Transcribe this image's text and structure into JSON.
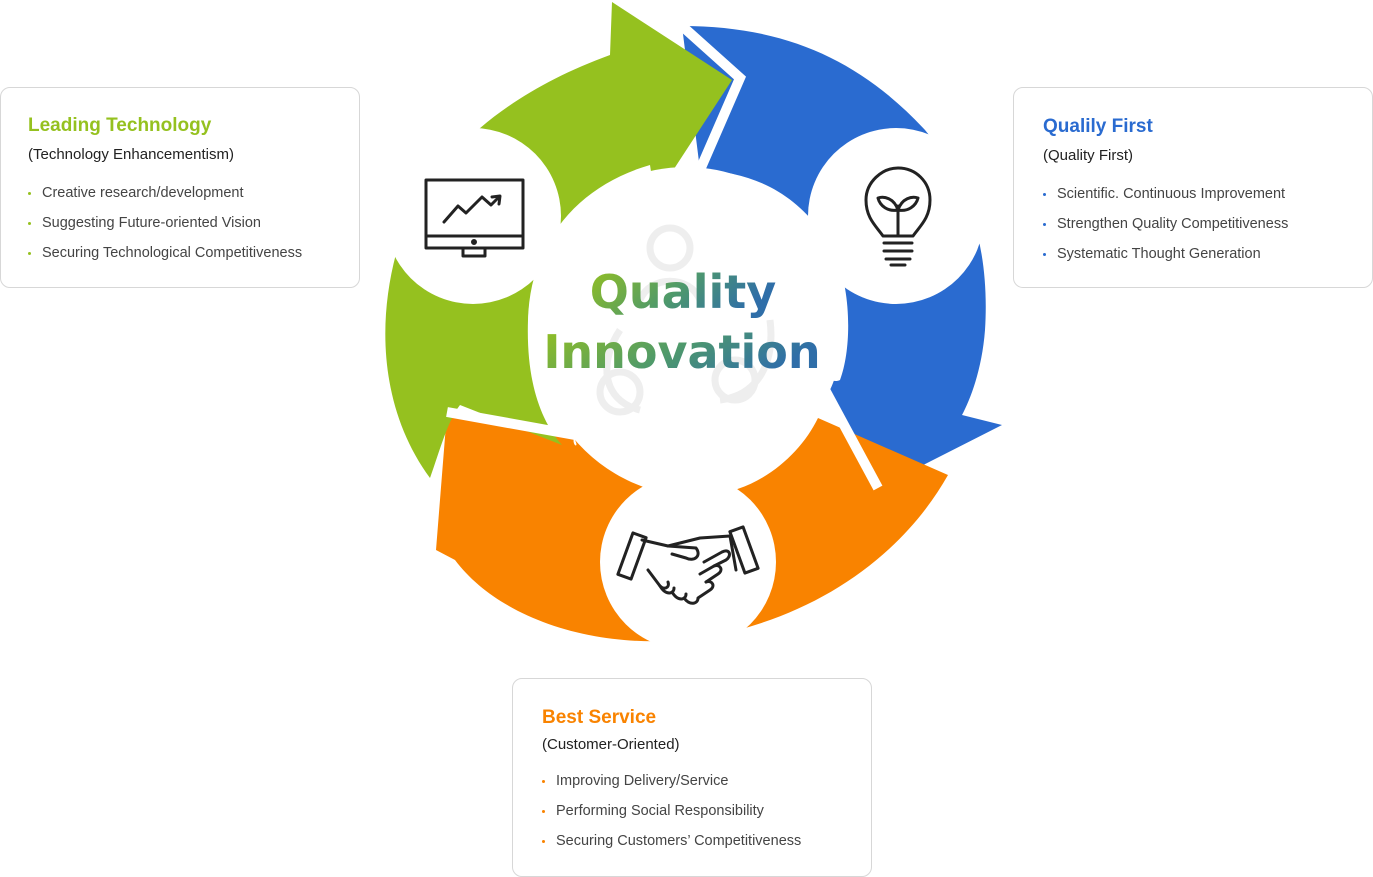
{
  "center": {
    "line1": "Quality",
    "line2": "Innovation"
  },
  "colors": {
    "green": "#95c11f",
    "blue": "#2a6bd0",
    "orange": "#f98300",
    "teal": "#3f7fa0"
  },
  "icons": {
    "tech": "monitor-chart-icon",
    "quality": "lightbulb-sprout-icon",
    "service": "handshake-icon",
    "center": "cycle-people-watermark-icon"
  },
  "cards": {
    "tech": {
      "title": "Leading Technology",
      "subtitle": "(Technology Enhancementism)",
      "items": [
        "Creative research/development",
        "Suggesting Future-oriented Vision",
        "Securing Technological Competitiveness"
      ]
    },
    "quality": {
      "title": "Qualily First",
      "subtitle": "(Quality First)",
      "items": [
        "Scientific. Continuous Improvement",
        "Strengthen Quality Competitiveness",
        "Systematic Thought Generation"
      ]
    },
    "service": {
      "title": "Best Service",
      "subtitle": "(Customer-Oriented)",
      "items": [
        "Improving Delivery/Service",
        "Performing Social Responsibility",
        "Securing Customers’ Competitiveness"
      ]
    }
  }
}
